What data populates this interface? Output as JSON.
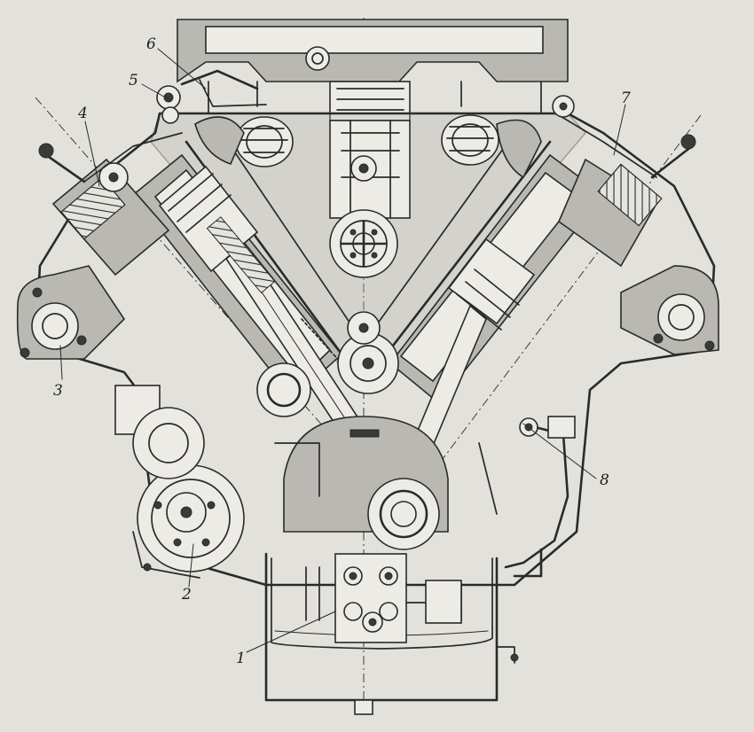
{
  "figure": {
    "colors": {
      "paper": "#e2e1dc",
      "ink": "#2a2a28",
      "hatch": "#b9b8b2"
    },
    "callouts": [
      {
        "label": "1"
      },
      {
        "label": "2"
      },
      {
        "label": "3"
      },
      {
        "label": "4"
      },
      {
        "label": "5"
      },
      {
        "label": "6"
      },
      {
        "label": "7"
      },
      {
        "label": "8"
      }
    ]
  }
}
